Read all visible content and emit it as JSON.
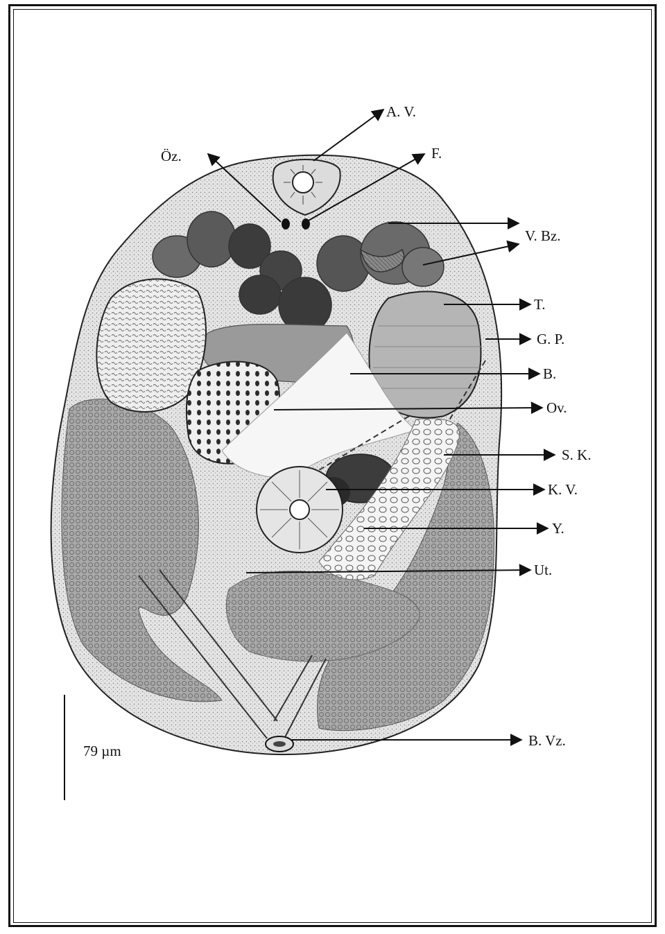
{
  "labels": {
    "av": "A. V.",
    "oz": "Öz.",
    "f": "F.",
    "vbz": "V. Bz.",
    "t": "T.",
    "gp": "G. P.",
    "b": "B.",
    "ov": "Ov.",
    "sk": "S. K.",
    "kv": "K. V.",
    "y": "Y.",
    "ut": "Ut.",
    "bvz": "B. Vz."
  },
  "scale_bar": {
    "text": "79 µm"
  },
  "colors": {
    "ink": "#111111",
    "tissue": "#c9c9c9",
    "dark_organ": "#4a4a4a",
    "mid_organ": "#8a8a8a",
    "light_organ": "#e8e8e8"
  }
}
